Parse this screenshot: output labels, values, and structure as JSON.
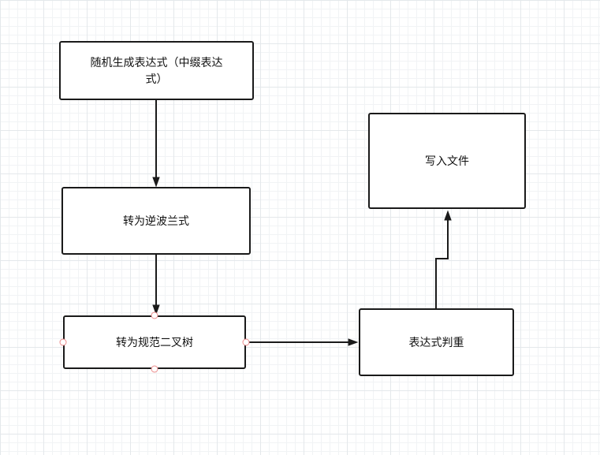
{
  "colors": {
    "node_border": "#1a1a1a",
    "node_fill": "#ffffff",
    "edge": "#1a1a1a",
    "selection_handle_outline": "#ec8a8a",
    "grid_minor": "#f1f3f5",
    "grid_major": "#e4e8eb",
    "canvas_background": "#ffffff"
  },
  "nodes": [
    {
      "id": "generate-expression",
      "label": "随机生成表达式（中缀表达式）"
    },
    {
      "id": "to-rpn",
      "label": "转为逆波兰式"
    },
    {
      "id": "to-canonical-binary-tree",
      "label": "转为规范二叉树"
    },
    {
      "id": "expression-dedup",
      "label": "表达式判重"
    },
    {
      "id": "write-to-file",
      "label": "写入文件"
    }
  ],
  "edges": [
    {
      "from": "generate-expression",
      "to": "to-rpn"
    },
    {
      "from": "to-rpn",
      "to": "to-canonical-binary-tree"
    },
    {
      "from": "to-canonical-binary-tree",
      "to": "expression-dedup"
    },
    {
      "from": "expression-dedup",
      "to": "write-to-file"
    }
  ]
}
